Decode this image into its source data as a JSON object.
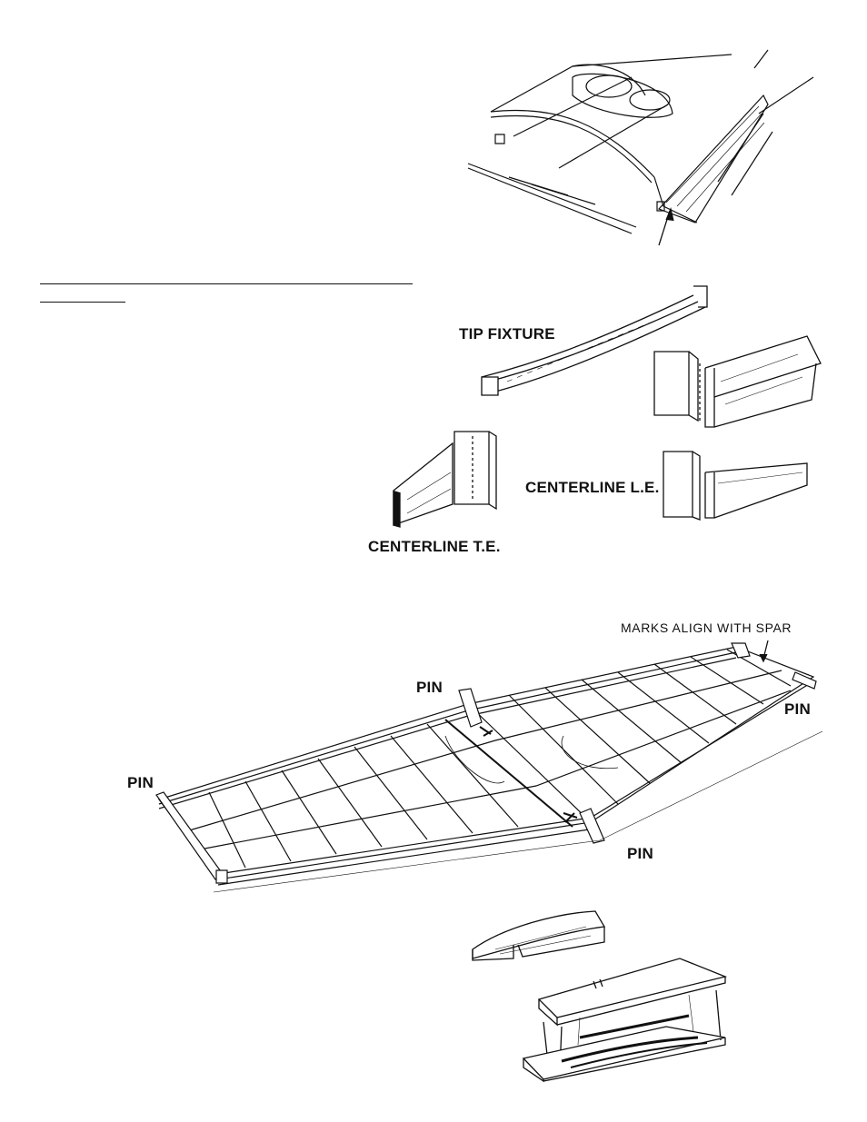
{
  "labels": {
    "tip_fixture": "TIP FIXTURE",
    "centerline_le": "CENTERLINE L.E.",
    "centerline_te": "CENTERLINE T.E.",
    "marks_align": "MARKS ALIGN WITH SPAR",
    "pin_top": "PIN",
    "pin_right": "PIN",
    "pin_left": "PIN",
    "pin_bottom": "PIN"
  }
}
